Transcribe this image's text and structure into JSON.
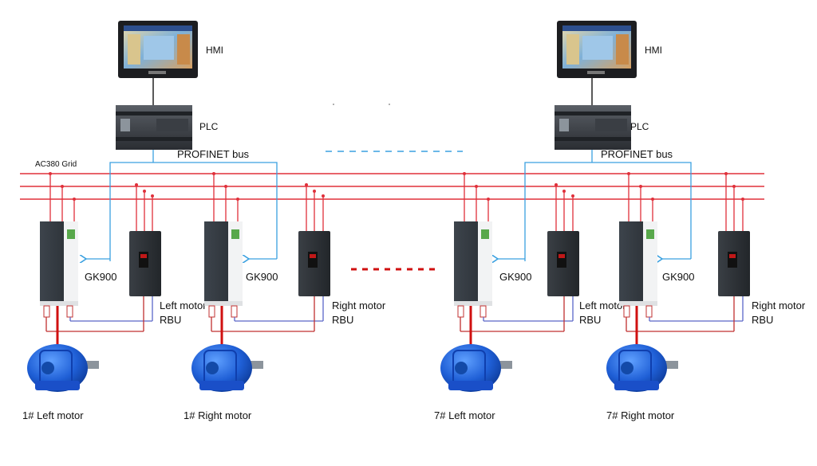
{
  "grid_label": "AC380 Grid",
  "colors": {
    "grid_line": "#e0303a",
    "bus_line": "#3aa0e0",
    "rbu_line": "#5a66c8",
    "motor_feed": "#d01010",
    "mid_dots_red": "#d01010",
    "mid_dash_blue": "#3aa0e0"
  },
  "left_group": {
    "hmi_label": "HMI",
    "plc_label": "PLC",
    "bus_label": "PROFINET bus",
    "drives": [
      {
        "drive_label": "GK900",
        "rbu_label_1": "Left motor",
        "rbu_label_2": "RBU",
        "motor_label": "1# Left motor"
      },
      {
        "drive_label": "GK900",
        "rbu_label_1": "Right motor",
        "rbu_label_2": "RBU",
        "motor_label": "1# Right motor"
      }
    ]
  },
  "right_group": {
    "hmi_label": "HMI",
    "plc_label": "PLC",
    "bus_label": "PROFINET bus",
    "drives": [
      {
        "drive_label": "GK900",
        "rbu_label_1": "Left motor",
        "rbu_label_2": "RBU",
        "motor_label": "7# Left motor"
      },
      {
        "drive_label": "GK900",
        "rbu_label_1": "Right motor",
        "rbu_label_2": "RBU",
        "motor_label": "7# Right motor"
      }
    ]
  }
}
